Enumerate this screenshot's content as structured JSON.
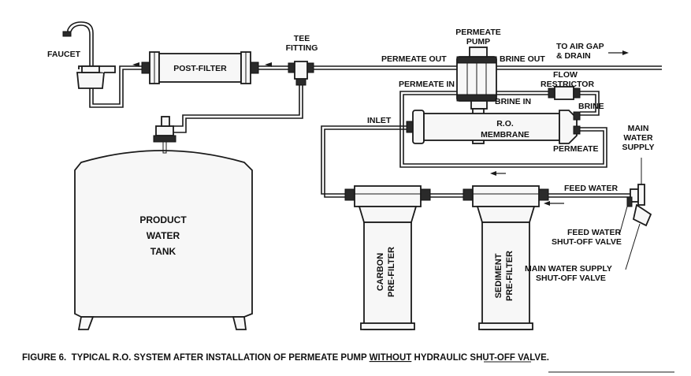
{
  "labels": {
    "faucet": "FAUCET",
    "post_filter": "POST-FILTER",
    "tee_fitting_line1": "TEE",
    "tee_fitting_line2": "FITTING",
    "permeate_pump_line1": "PERMEATE",
    "permeate_pump_line2": "PUMP",
    "permeate_out": "PERMEATE OUT",
    "brine_out": "BRINE OUT",
    "to_air_gap_line1": "TO AIR GAP",
    "to_air_gap_line2": "& DRAIN",
    "permeate_in": "PERMEATE IN",
    "flow_restrictor_line1": "FLOW",
    "flow_restrictor_line2": "RESTRICTOR",
    "brine_in": "BRINE IN",
    "brine": "BRINE",
    "inlet": "INLET",
    "ro_membrane_line1": "R.O.",
    "ro_membrane_line2": "MEMBRANE",
    "permeate": "PERMEATE",
    "main_water_supply_line1": "MAIN",
    "main_water_supply_line2": "WATER",
    "main_water_supply_line3": "SUPPLY",
    "feed_water": "FEED WATER",
    "feed_valve_line1": "FEED WATER",
    "feed_valve_line2": "SHUT-OFF VALVE",
    "main_valve_line1": "MAIN WATER SUPPLY",
    "main_valve_line2": "SHUT-OFF VALVE",
    "tank_line1": "PRODUCT",
    "tank_line2": "WATER",
    "tank_line3": "TANK",
    "carbon_line1": "CARBON",
    "carbon_line2": "PRE-FILTER",
    "sediment_line1": "SEDIMENT",
    "sediment_line2": "PRE-FILTER"
  },
  "caption": {
    "prefix": "FIGURE 6.  TYPICAL R.O. SYSTEM AFTER INSTALLATION OF PERMEATE PUMP ",
    "underlined": "WITHOUT",
    "suffix": " HYDRAULIC SHUT-OFF VALVE."
  }
}
